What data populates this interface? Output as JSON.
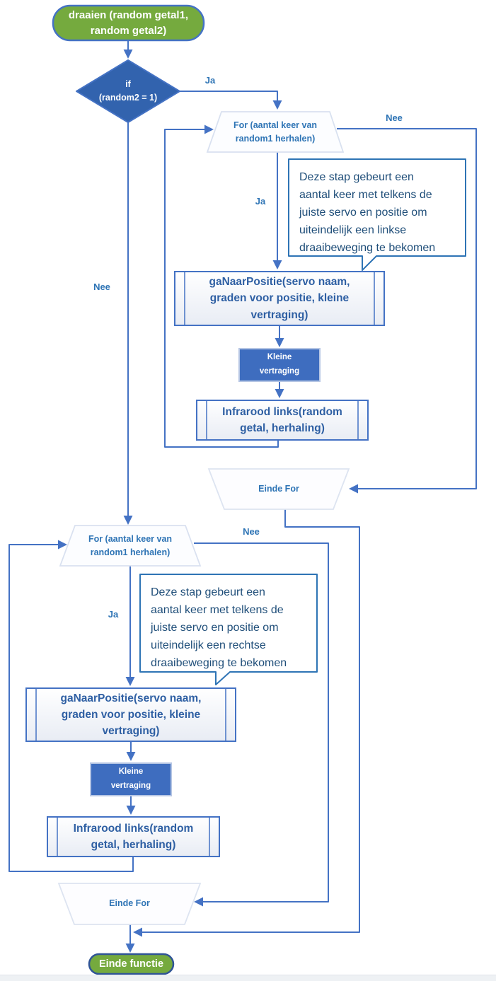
{
  "title": "draaien flowchart",
  "colors": {
    "line": "#4472c4",
    "diamond_fill": "#3263ae",
    "green_fill": "#75aa3e",
    "delay_fill": "#3e6dbf",
    "note_border": "#2e74b5",
    "edge_label_blue": "#2e74b5",
    "note_text_blue": "#1f4e79",
    "process_text_blue": "#2e5fa3"
  },
  "nodes": {
    "start": {
      "label": "draaien (random getal1,\nrandom getal2)"
    },
    "decision": {
      "label": "if\n(random2 = 1)"
    },
    "for1": {
      "label": "For (aantal keer van\nrandom1 herhalen)"
    },
    "note1": {
      "label": "Deze stap gebeurt een\naantal keer met telkens de\njuiste servo en positie om\nuiteindelijk een linkse\ndraaibeweging te bekomen"
    },
    "process1": {
      "label": "gaNaarPositie(servo naam,\ngraden voor positie, kleine\nvertraging)"
    },
    "delay1": {
      "label": "Kleine\nvertraging"
    },
    "infrared1": {
      "label": "Infrarood links(random\ngetal, herhaling)"
    },
    "for_end1": {
      "label": "Einde For"
    },
    "for2": {
      "label": "For (aantal keer van\nrandom1 herhalen)"
    },
    "note2": {
      "label": "Deze stap gebeurt een\naantal keer met telkens de\njuiste servo en positie om\nuiteindelijk een rechtse\ndraaibeweging te bekomen"
    },
    "process2": {
      "label": "gaNaarPositie(servo naam,\ngraden voor positie, kleine\nvertraging)"
    },
    "delay2": {
      "label": "Kleine\nvertraging"
    },
    "infrared2": {
      "label": "Infrarood links(random\ngetal, herhaling)"
    },
    "for_end2": {
      "label": "Einde For"
    },
    "end": {
      "label": "Einde functie"
    }
  },
  "edges": {
    "decision_ja": "Ja",
    "decision_nee": "Nee",
    "for1_ja": "Ja",
    "for1_nee": "Nee",
    "for2_ja": "Ja",
    "for2_nee": "Nee"
  }
}
